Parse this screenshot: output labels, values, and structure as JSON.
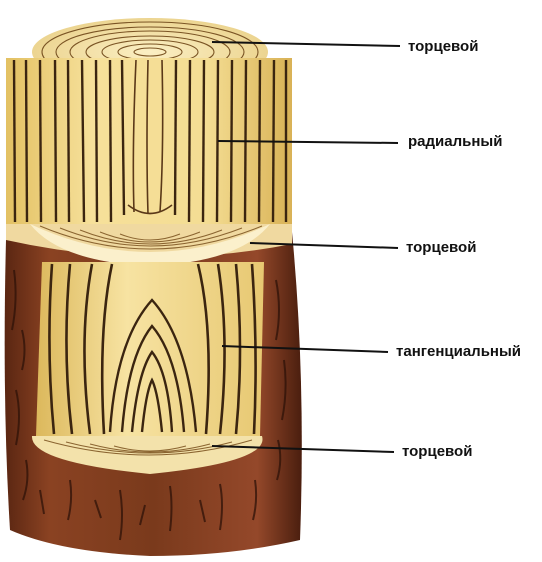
{
  "labels": {
    "cut_top": "торцевой",
    "cut_radial": "радиальный",
    "cut_middle": "торцевой",
    "cut_tangential": "тангенциальный",
    "cut_bottom": "торцевой"
  },
  "colors": {
    "wood_light": "#f3dc92",
    "wood_mid": "#e2bf5c",
    "grain_line": "#3b2510",
    "bark": "#7a3c1e",
    "bark_dark": "#3e1a0c",
    "leader_line": "#111111"
  }
}
